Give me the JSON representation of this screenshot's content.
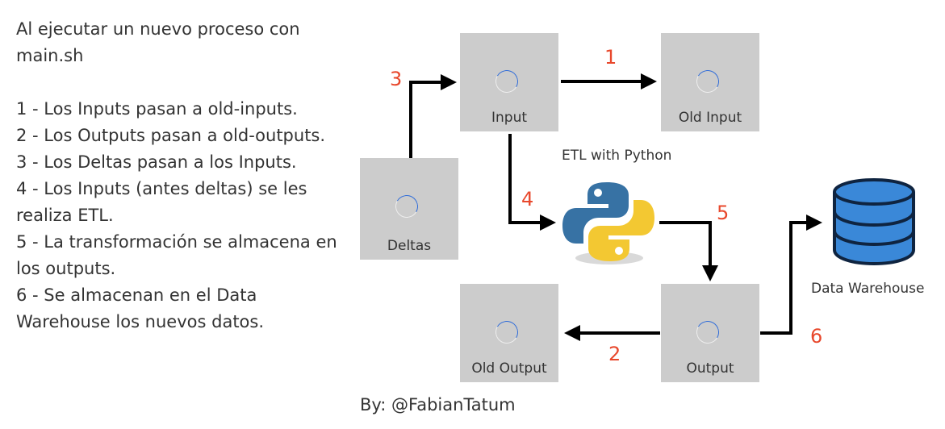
{
  "description_lines": [
    "Al ejecutar un nuevo proceso con main.sh",
    "1 - Los Inputs pasan a old-inputs.",
    "2 - Los Outputs pasan a old-outputs.",
    "3 - Los Deltas pasan a los Inputs.",
    "4 - Los Inputs (antes deltas) se les realiza ETL.",
    "5 - La transformación se almacena en los outputs.",
    "6 - Se almacenan en el Data Warehouse los nuevos datos."
  ],
  "nodes": {
    "input": "Input",
    "old_input": "Old Input",
    "deltas": "Deltas",
    "output": "Output",
    "old_output": "Old Output",
    "data_warehouse": "Data Warehouse",
    "etl": "ETL with Python"
  },
  "steps": [
    "1",
    "2",
    "3",
    "4",
    "5",
    "6"
  ],
  "credit": "By: @FabianTatum",
  "colors": {
    "box_fill": "#cccccc",
    "step_number": "#e8482c",
    "arrow": "#000000",
    "database": "#3a88d8",
    "python_blue": "#3772a4",
    "python_yellow": "#f3c832",
    "spinner": "#2f6cd9"
  },
  "icons": [
    "loading-spinner-icon",
    "python-logo-icon",
    "database-icon"
  ]
}
